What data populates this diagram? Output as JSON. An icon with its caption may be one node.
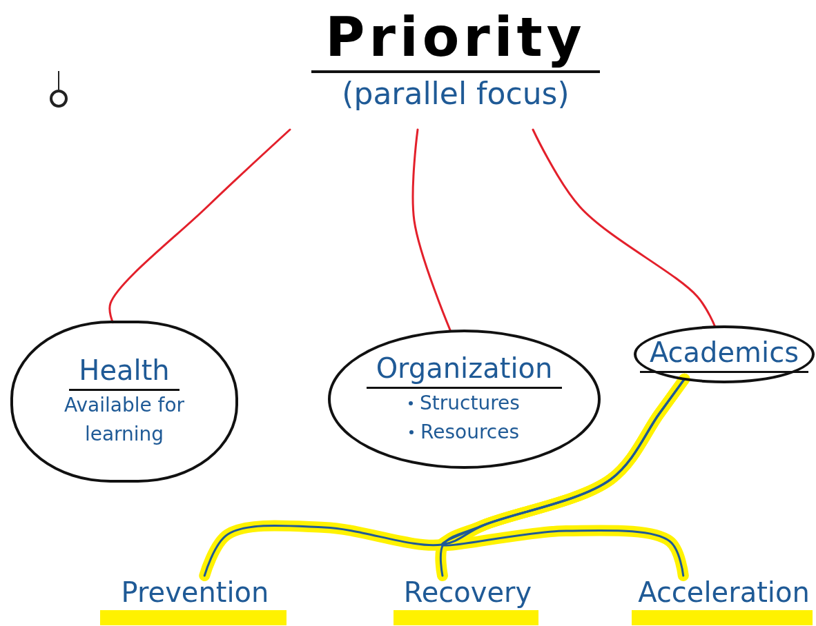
{
  "diagram": {
    "nodes": [
      {
        "text": [
          "Priority",
          "(parallel focus)"
        ]
      },
      {
        "text": [
          "Health",
          "Available for learning"
        ]
      },
      {
        "text": [
          "Organization",
          "Structures",
          "Resources"
        ]
      },
      {
        "text": [
          "Academics"
        ]
      },
      {
        "text": [
          "Prevention"
        ]
      },
      {
        "text": [
          "Recovery"
        ]
      },
      {
        "text": [
          "Acceleration"
        ]
      }
    ],
    "edges": [
      {
        "from": 0,
        "to": 1,
        "arrow": "none"
      },
      {
        "from": 0,
        "to": 2,
        "arrow": "none"
      },
      {
        "from": 0,
        "to": 3,
        "arrow": "none"
      },
      {
        "from": 3,
        "to": 4,
        "arrow": "none",
        "color": "#1f5a96"
      },
      {
        "from": 3,
        "to": 5,
        "arrow": "none",
        "color": "#1f5a96"
      },
      {
        "from": 3,
        "to": 6,
        "arrow": "none",
        "color": "#1f5a96"
      }
    ]
  }
}
